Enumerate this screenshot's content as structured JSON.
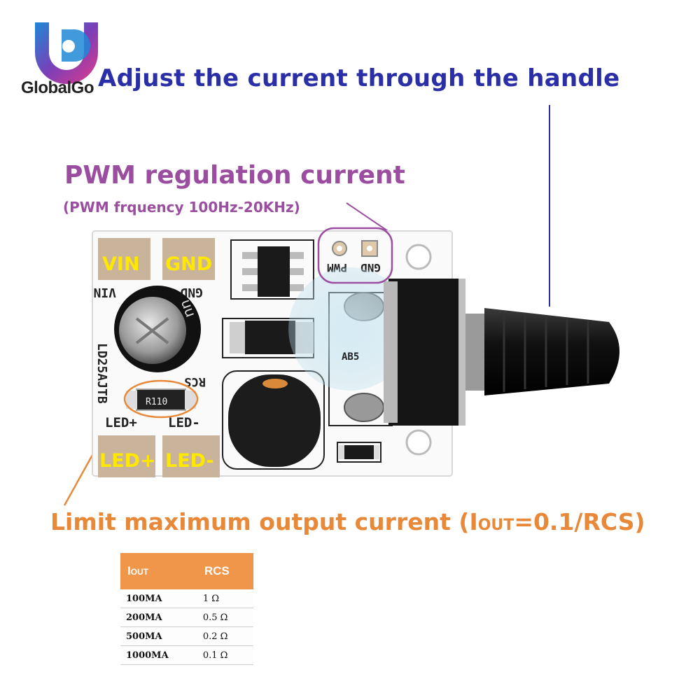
{
  "logo": {
    "name": "GlobalGo",
    "icon": "globalgo-logo-icon"
  },
  "headings": {
    "adjust": "Adjust the current through the handle",
    "pwm_title": "PWM regulation current",
    "pwm_sub": "(PWM frquency 100Hz-20KHz)",
    "limit_prefix": "Limit maximum output current (I",
    "limit_sub": "OUT",
    "limit_suffix": "=0.1/RCS)"
  },
  "board": {
    "pads": {
      "vin": "VIN",
      "gnd": "GND",
      "led_plus": "LED+",
      "led_minus": "LED-"
    },
    "silkscreen": {
      "vin": "VIN",
      "gnd": "GND",
      "part": "LD25AJTB",
      "rcs": "RCS",
      "led_plus": "LED+",
      "led_minus": "LED-",
      "gnd2": "GND",
      "pwm": "PWM",
      "resistor": "R110",
      "pot": "AB5"
    }
  },
  "colors": {
    "adjust": "#2a2fa8",
    "pwm": "#9b4ea0",
    "limit": "#e8893a",
    "pad_text": "#ffe800",
    "table_header": "#f0964a"
  },
  "table": {
    "headers": {
      "iout_main": "I",
      "iout_sub": "OUT",
      "rcs": "RCS"
    },
    "rows": [
      {
        "iout": "100MA",
        "rcs": "1 Ω"
      },
      {
        "iout": "200MA",
        "rcs": "0.5 Ω"
      },
      {
        "iout": "500MA",
        "rcs": "0.2 Ω"
      },
      {
        "iout": "1000MA",
        "rcs": "0.1 Ω"
      }
    ]
  }
}
